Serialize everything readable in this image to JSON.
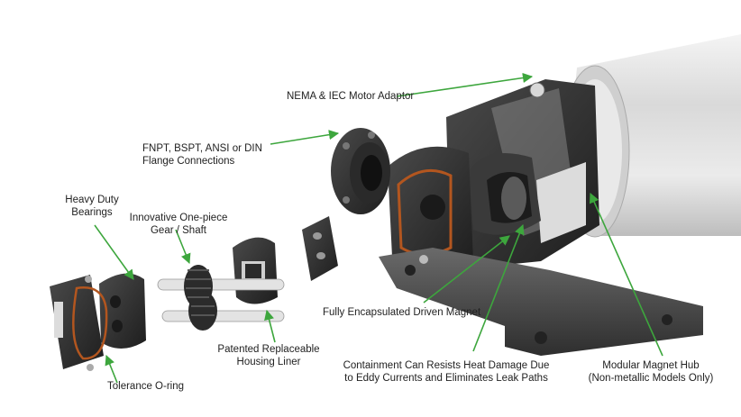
{
  "labels": {
    "nema": "NEMA & IEC Motor Adaptor",
    "flange_1": "FNPT, BSPT, ANSI or DIN",
    "flange_2": "Flange Connections",
    "bearings_1": "Heavy Duty",
    "bearings_2": "Bearings",
    "gear_1": "Innovative One-piece",
    "gear_2": "Gear / Shaft",
    "liner_1": "Patented Replaceable",
    "liner_2": "Housing Liner",
    "oring": "Tolerance O-ring",
    "driven_magnet": "Fully Encapsulated Driven Magnet",
    "containment_1": "Containment Can Resists Heat Damage Due",
    "containment_2": "to Eddy Currents and Eliminates Leak Paths",
    "hub_1": "Modular Magnet Hub",
    "hub_2": "(Non-metallic Models Only)"
  },
  "colors": {
    "leader": "#3da63d",
    "metal_dark": "#2b2b2b",
    "metal_mid": "#5a5a5a",
    "motor_light": "#e6e6e6",
    "oring": "#b3561f"
  }
}
